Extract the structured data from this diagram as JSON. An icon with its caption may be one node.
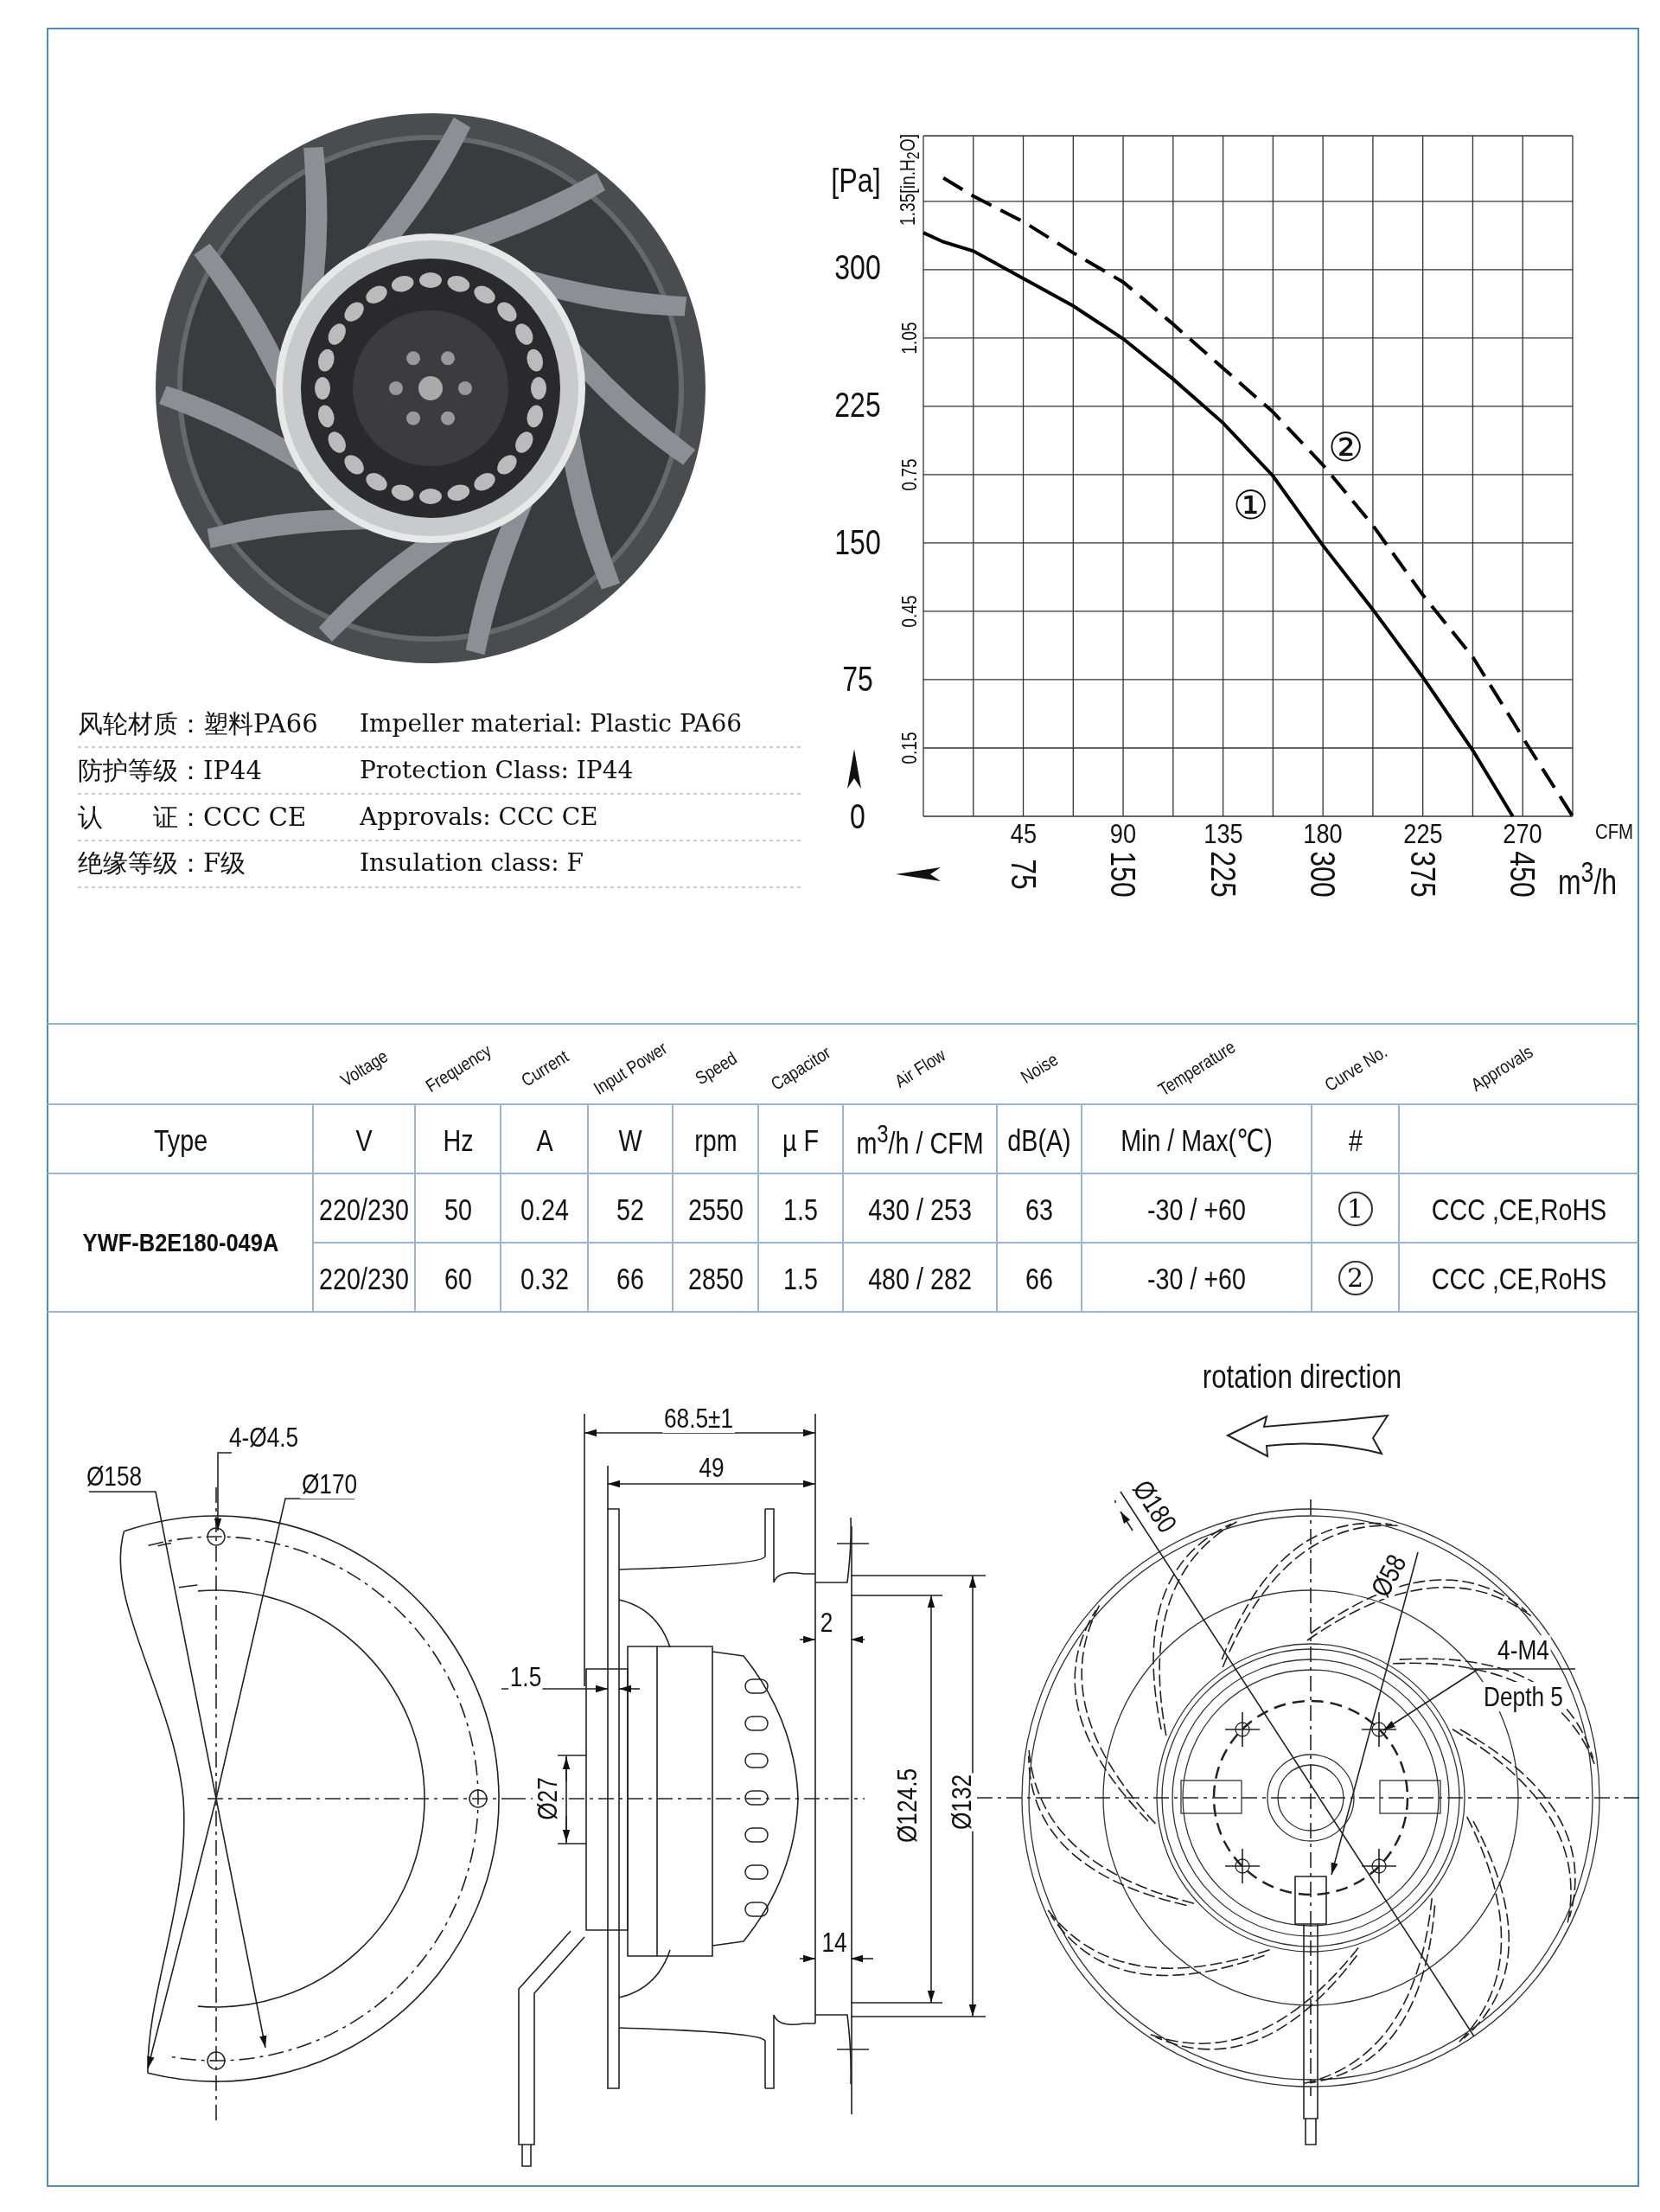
{
  "diagram": {
    "labels": [
      "风轮材质：塑料PA66",
      "Impeller material: Plastic PA66",
      "防护等级：IP44",
      "Protection Class: IP44",
      "认　　证：CCC CE",
      "Approvals: CCC CE",
      "绝缘等级：F级",
      "Insulation class: F",
      "1.35[in.H$_{2}$O]",
      "1.05",
      "0.75",
      "0.45",
      "0.15",
      "45",
      "90",
      "135",
      "180",
      "225",
      "270",
      "CFM",
      "Voltage",
      "Frequency",
      "Current",
      "Input Power",
      "Speed",
      "Capacitor",
      "Air Flow",
      "Noise",
      "Temperature",
      "Curve No.",
      "Approvals",
      "Type",
      "V",
      "Hz",
      "A",
      "W",
      "rpm",
      "µ F",
      "m$^{3}$/h / CFM",
      "dB(A)",
      "Min / Max(℃)",
      "#",
      "YWF-B2E180-049A",
      "220/230",
      "50",
      "0.24",
      "52",
      "2550",
      "1.5",
      "430 / 253",
      "63",
      "-30 / +60",
      "1",
      "CCC ,CE,RoHS",
      "220/230",
      "60",
      "0.32",
      "66",
      "2850",
      "1.5",
      "480 / 282",
      "66",
      "-30 / +60",
      "2",
      "CCC ,CE,RoHS",
      "4-Ø4.5",
      "Ø158",
      "Ø170",
      "68.5±1",
      "49",
      "1.5",
      "2",
      "Ø27",
      "14",
      "Ø124.5",
      "Ø132",
      "rotation direction",
      "Ø180",
      "Ø58",
      "4-M4",
      "Depth 5"
    ],
    "chart_data": {
      "type": "line",
      "xlabel": "m$^{3}$/h",
      "ylabel": "[Pa]",
      "grid": true,
      "xlim": [
        0,
        487.5
      ],
      "ylim": [
        0,
        372
      ],
      "xticks": [
        75,
        150,
        225,
        300,
        375,
        450
      ],
      "yticks": [
        0,
        75,
        150,
        225,
        300
      ],
      "x": [
        0,
        15,
        37.5,
        75,
        112.5,
        150,
        187.5,
        225,
        262.5,
        300,
        337.5,
        375,
        412.5,
        442.5,
        450,
        487.5
      ],
      "series": [
        {
          "name": "①",
          "color": "#000000",
          "line_style": "solid",
          "values": [
            319,
            314,
            309,
            294,
            279,
            261,
            239,
            215,
            186,
            148,
            113,
            76,
            36,
            0,
            null,
            null
          ]
        },
        {
          "name": "②",
          "color": "#000000",
          "line_style": "dashed",
          "values": [
            null,
            349,
            339,
            325,
            308,
            292,
            269,
            245,
            221,
            192,
            159,
            121,
            87,
            52,
            43,
            0
          ]
        }
      ]
    }
  }
}
